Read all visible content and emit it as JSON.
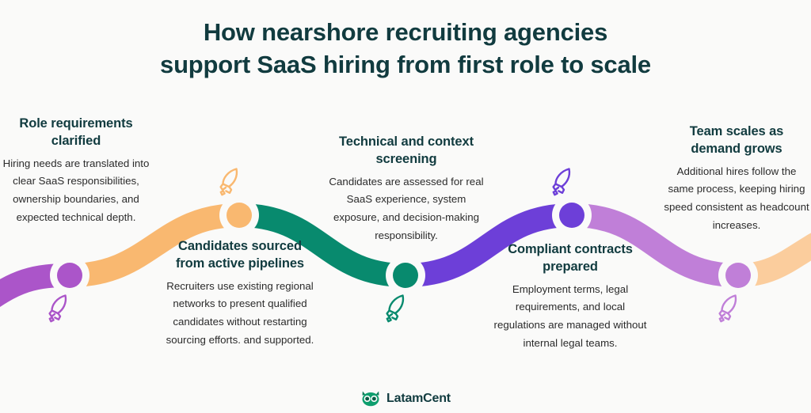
{
  "title": {
    "line1": "How nearshore recruiting agencies",
    "line2": "support SaaS hiring from first role to scale",
    "color": "#113b3f"
  },
  "background_color": "#fafaf9",
  "steps": [
    {
      "index": 1,
      "heading": "Role requirements clarified",
      "body": "Hiring needs are translated into clear SaaS responsibilities, ownership boundaries, and expected technical depth.",
      "node_color": "#ab55c9",
      "ribbon_color": "#ab55c9",
      "icon": "rocket-icon"
    },
    {
      "index": 2,
      "heading": "Candidates sourced from active pipelines",
      "body": "Recruiters use existing regional networks to present qualified candidates without restarting sourcing efforts. and supported.",
      "node_color": "#f9b870",
      "ribbon_color": "#f9b870",
      "icon": "rocket-icon"
    },
    {
      "index": 3,
      "heading": "Technical and context screening",
      "body": "Candidates are assessed for real SaaS experience, system exposure, and decision-making responsibility.",
      "node_color": "#088a6e",
      "ribbon_color": "#088a6e",
      "icon": "rocket-icon"
    },
    {
      "index": 4,
      "heading": "Compliant contracts prepared",
      "body": "Employment terms, legal requirements, and local regulations are managed without internal legal teams.",
      "node_color": "#6d3fd8",
      "ribbon_color": "#6d3fd8",
      "icon": "rocket-icon"
    },
    {
      "index": 5,
      "heading": "Team scales as demand grows",
      "body": "Additional hires follow the same process, keeping hiring speed consistent as headcount increases.",
      "node_color": "#c07fd8",
      "ribbon_color": "#c07fd8",
      "icon": "rocket-icon"
    }
  ],
  "tail_ribbon_color": "#fbcd9d",
  "logo": {
    "name": "LatamCent",
    "mark": "owl-icon",
    "mark_color": "#0e9e6e",
    "text_color": "#113b3f"
  }
}
